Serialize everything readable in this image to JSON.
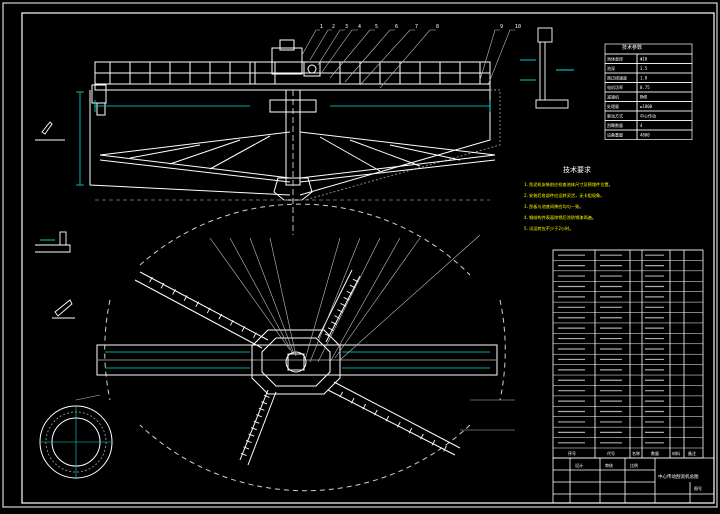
{
  "colors": {
    "background": "#000000",
    "frame": "#ffffff",
    "primary": "#ffffff",
    "dimension": "#00e0e0",
    "leader": "#c0c0c0",
    "accent": "#ffff00",
    "label": "#d0d0d0"
  },
  "technical_requirements": {
    "title": "技术要求",
    "lines": [
      "1.刮泥机安装前应检查池体尺寸及预埋件位置。",
      "2.安装后各部件应运转灵活，无卡阻现象。",
      "3.刮板与池底间隙应均匀一致。",
      "4.钢结构件表面除锈后涂防锈漆两遍。",
      "5.试运转应不少于2小时。"
    ]
  },
  "params_table": {
    "title": "技术参数",
    "rows": [
      [
        "池体直径",
        "Φ18"
      ],
      [
        "池深",
        "3.5"
      ],
      [
        "周边线速度",
        "1.8"
      ],
      [
        "电机功率",
        "0.75"
      ],
      [
        "减速机",
        "BWD"
      ],
      [
        "处理量",
        "≥1800"
      ],
      [
        "驱动方式",
        "中心传动"
      ],
      [
        "刮臂数量",
        "4"
      ],
      [
        "设备重量",
        "4800"
      ]
    ]
  },
  "parts_list": {
    "header": [
      "序号",
      "代号",
      "名称",
      "数量",
      "材料",
      "备注"
    ],
    "row_count": 19
  },
  "title_block": {
    "drawing_title": "中心传动刮泥机总图",
    "cells": [
      "设计",
      "审核",
      "比例",
      "图号"
    ]
  },
  "callouts": [
    {
      "n": "1"
    },
    {
      "n": "2"
    },
    {
      "n": "3"
    },
    {
      "n": "4"
    },
    {
      "n": "5"
    },
    {
      "n": "6"
    },
    {
      "n": "7"
    },
    {
      "n": "8"
    },
    {
      "n": "9"
    },
    {
      "n": "10"
    }
  ]
}
